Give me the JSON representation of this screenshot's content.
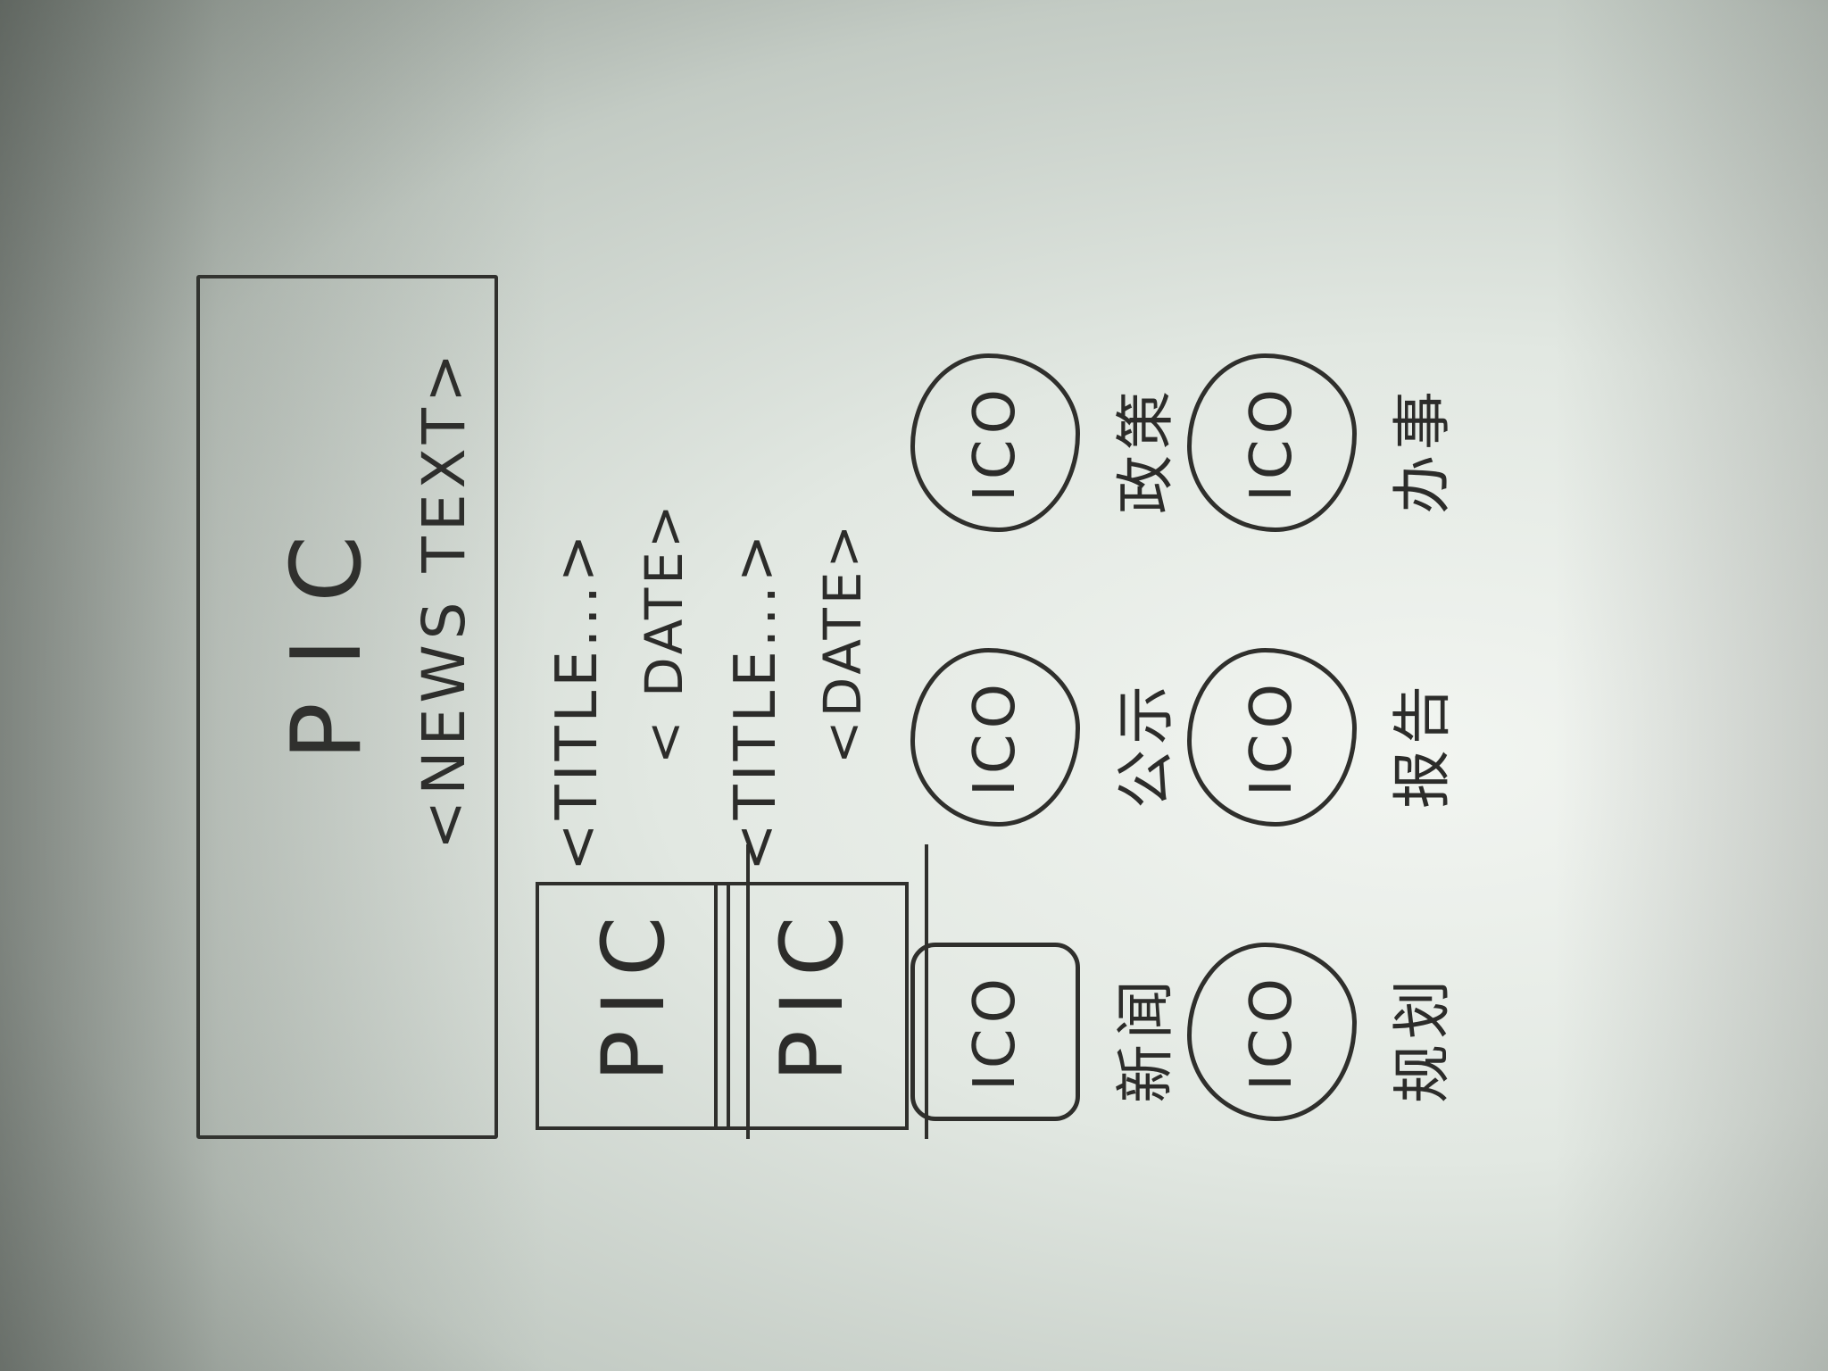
{
  "hero": {
    "pic_label": "PIC",
    "text_label": "<NEWS TEXT>"
  },
  "news_list": [
    {
      "thumb_label": "PIC",
      "title": "<TITLE...>",
      "date": "< DATE>"
    },
    {
      "thumb_label": "PIC",
      "title": "<TITLE...>",
      "date": "<DATE>"
    }
  ],
  "icons": [
    {
      "label": "ICO",
      "caption": "新闻",
      "icon": "square-icon"
    },
    {
      "label": "ICO",
      "caption": "公示",
      "icon": "circle-icon"
    },
    {
      "label": "ICO",
      "caption": "政策",
      "icon": "circle-icon"
    },
    {
      "label": "ICO",
      "caption": "规划",
      "icon": "circle-icon"
    },
    {
      "label": "ICO",
      "caption": "报告",
      "icon": "circle-icon"
    },
    {
      "label": "ICO",
      "caption": "办事",
      "icon": "circle-icon"
    }
  ],
  "colors": {
    "ink": "#2c2c2a",
    "paper": "#e2e8e2"
  }
}
